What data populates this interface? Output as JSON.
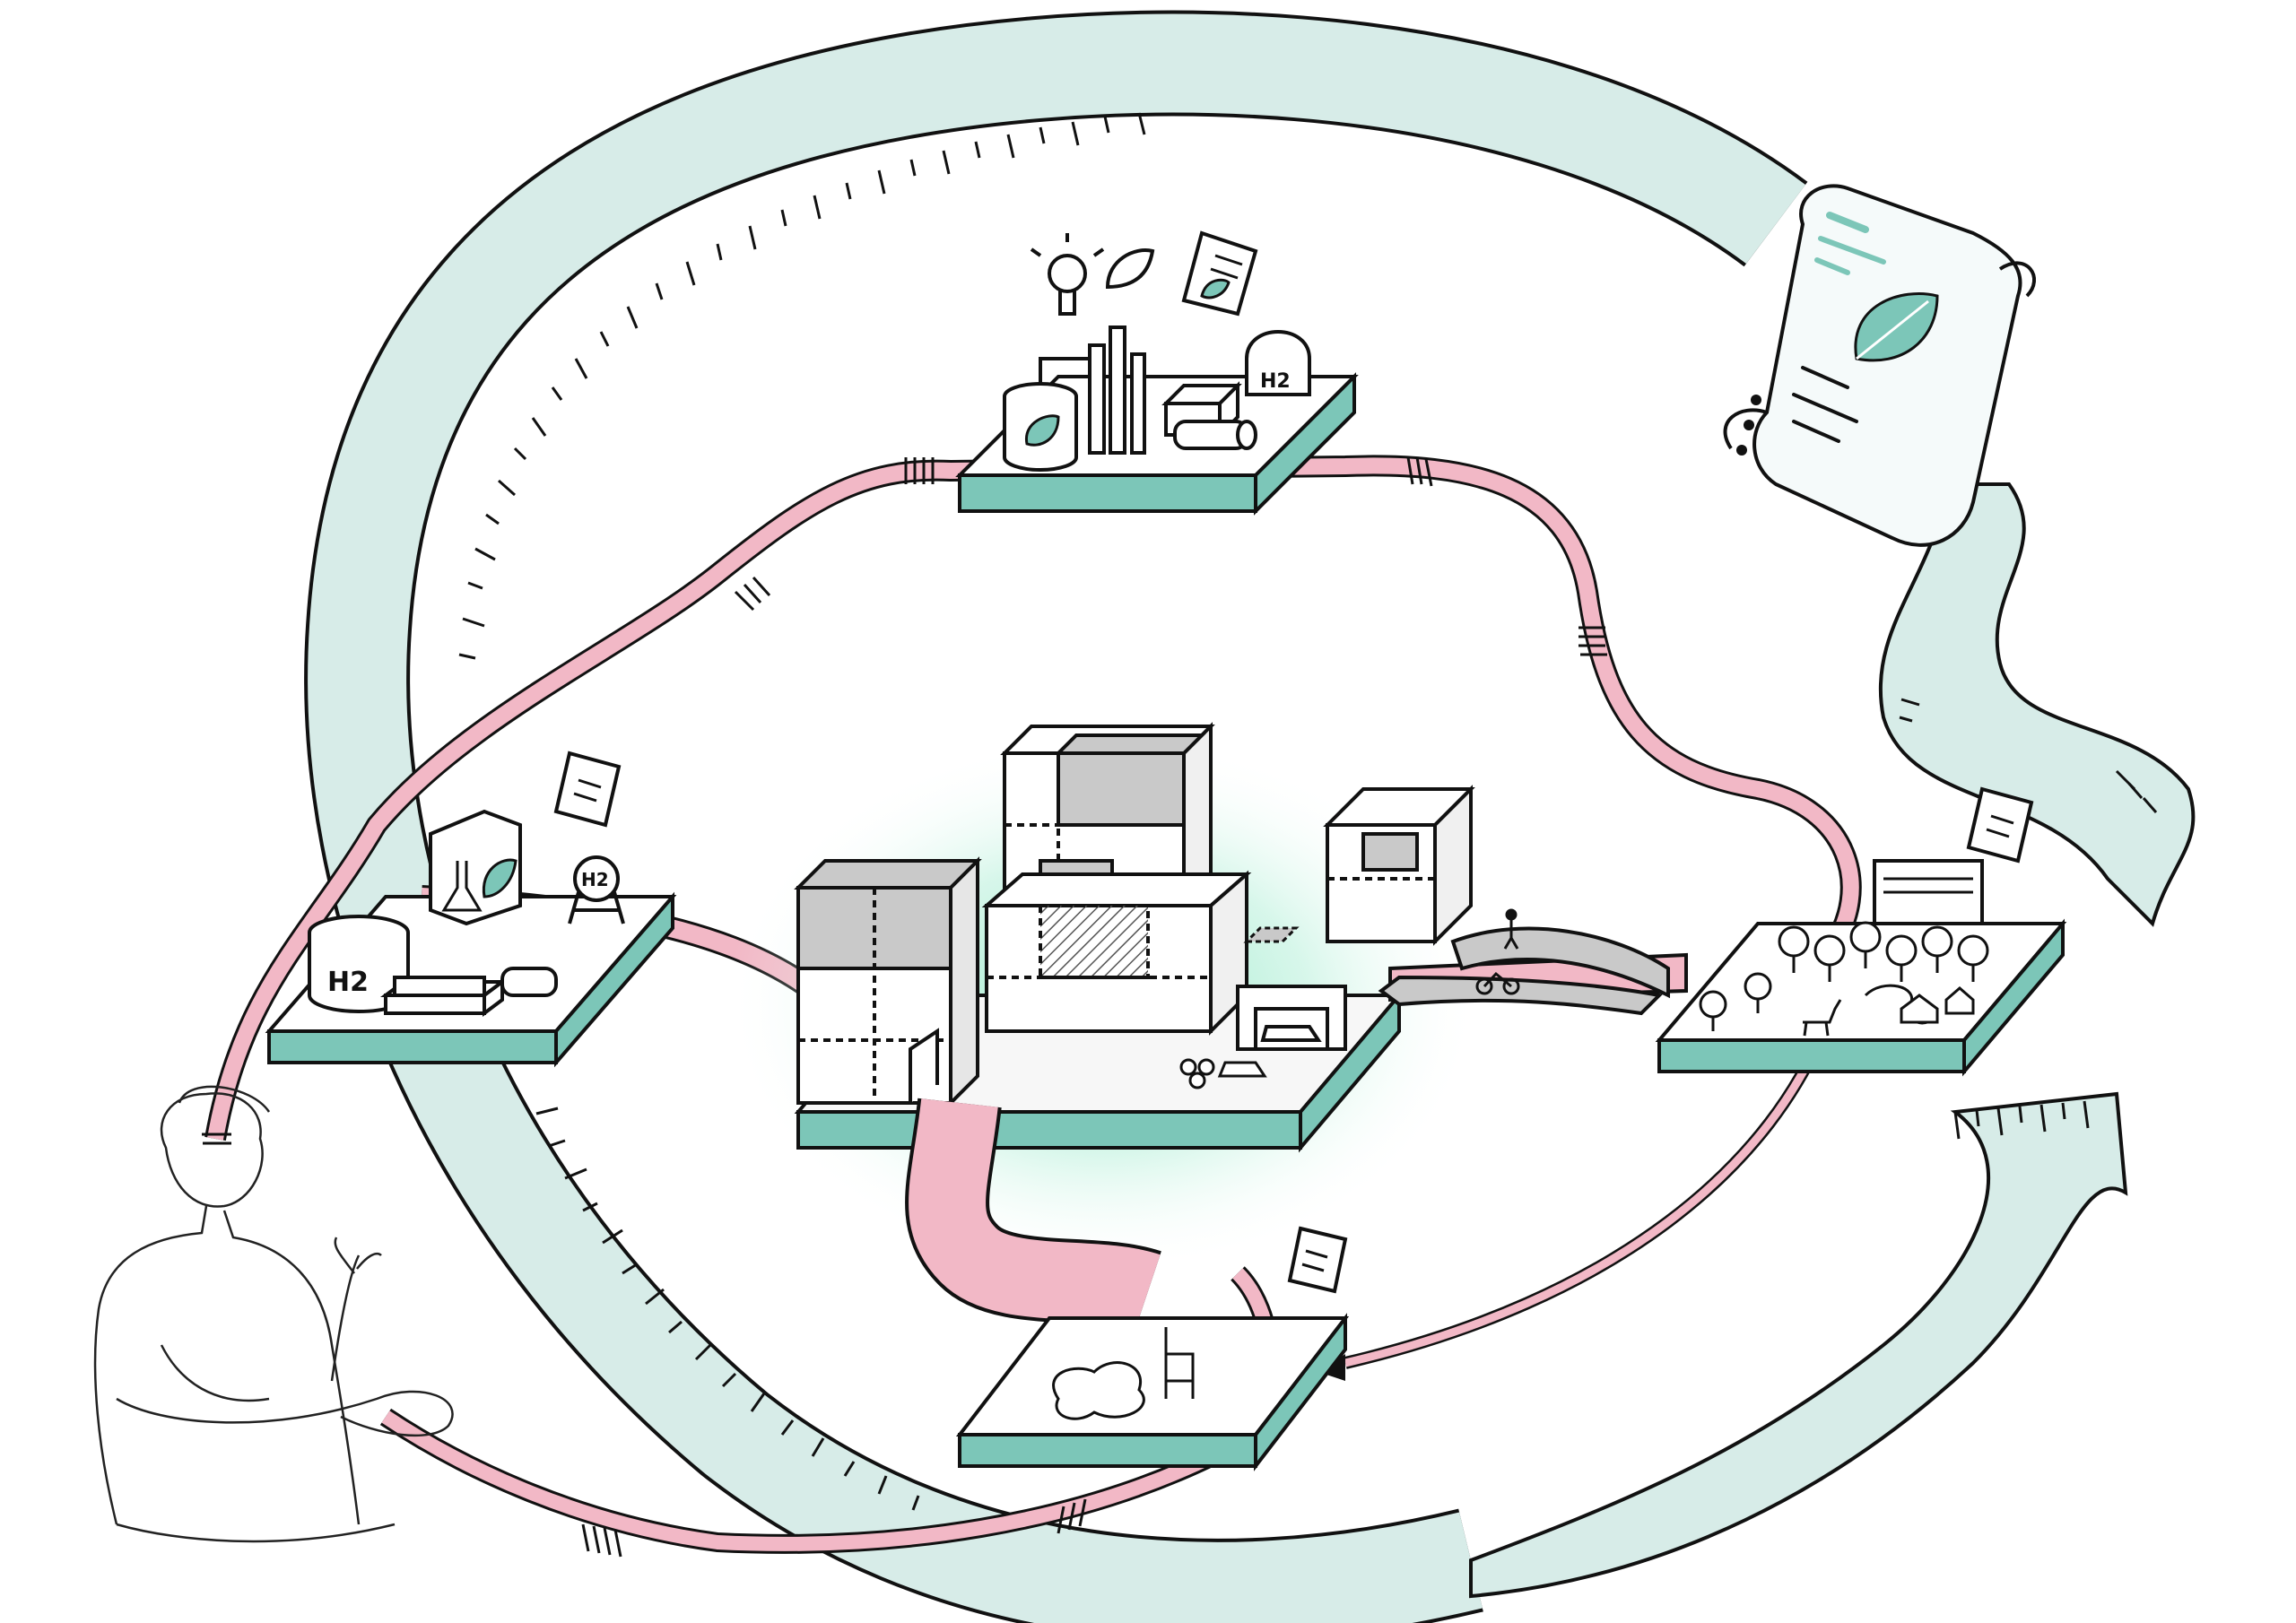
{
  "labels": {
    "h2_top": "H2",
    "h2_left_tank": "H2",
    "h2_left_tower": "H2"
  },
  "colors": {
    "band": "#d7ece8",
    "teal": "#7cc6b8",
    "pink": "#f2b8c6",
    "pink_dark": "#e48aa2",
    "grey": "#c9c9c9",
    "glow": "#8fe6c4",
    "ink": "#111111"
  },
  "icons": {
    "lightbulb": "lightbulb-icon",
    "leaf": "leaf-icon",
    "document": "document-scroll-icon",
    "pedestrian": "pedestrian-icon",
    "bicycle": "bicycle-icon",
    "car": "car-icon",
    "tree": "tree-icon",
    "chair": "chair-icon",
    "house": "house-icon",
    "deer": "deer-icon"
  }
}
